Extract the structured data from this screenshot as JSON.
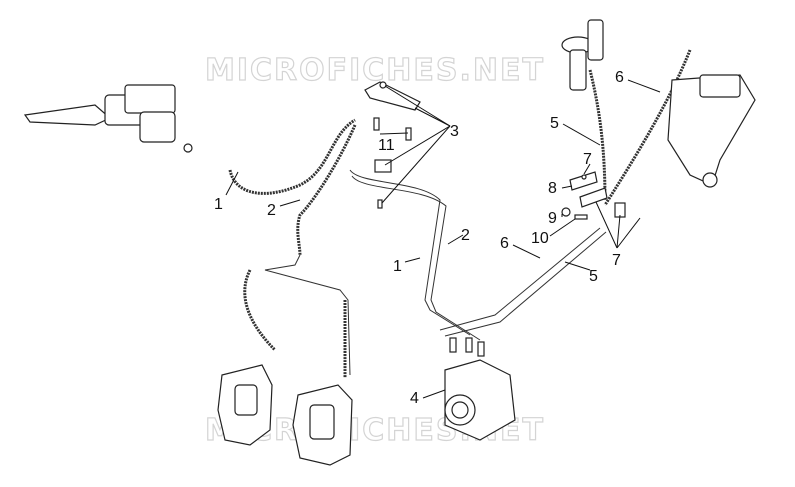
{
  "diagram": {
    "watermark": "MICROFICHES.NET",
    "callouts": [
      {
        "id": "c1a",
        "text": "1"
      },
      {
        "id": "c2a",
        "text": "2"
      },
      {
        "id": "c3",
        "text": "3"
      },
      {
        "id": "c11",
        "text": "11"
      },
      {
        "id": "c5a",
        "text": "5"
      },
      {
        "id": "c6a",
        "text": "6"
      },
      {
        "id": "c7a",
        "text": "7"
      },
      {
        "id": "c8",
        "text": "8"
      },
      {
        "id": "c9",
        "text": "9"
      },
      {
        "id": "c10",
        "text": "10"
      },
      {
        "id": "c7b",
        "text": "7"
      },
      {
        "id": "c6b",
        "text": "6"
      },
      {
        "id": "c5b",
        "text": "5"
      },
      {
        "id": "c2b",
        "text": "2"
      },
      {
        "id": "c1b",
        "text": "1"
      },
      {
        "id": "c4",
        "text": "4"
      }
    ]
  }
}
